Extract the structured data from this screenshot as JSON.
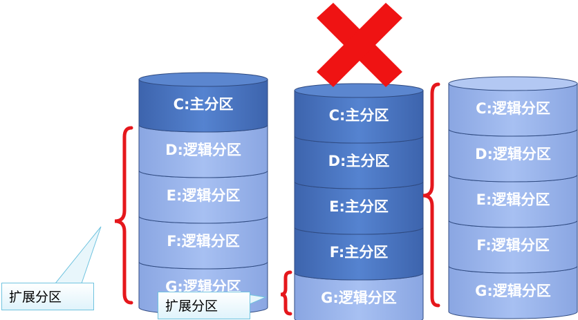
{
  "colors": {
    "primary_fill": "#4a77c4",
    "primary_top": "#5b86cf",
    "logical_fill": "#98b3ec",
    "logical_top": "#b3c8f3",
    "edge": "#2f4a80",
    "text": "#ffffff",
    "bracket": "#e5171c",
    "cross": "#ef1313",
    "callout_border": "#6fc3df"
  },
  "icons": {
    "cross": "red-x-icon"
  },
  "stacks": [
    {
      "id": "left",
      "valid": true,
      "partitions": [
        {
          "label": "C:主分区",
          "kind": "primary"
        },
        {
          "label": "D:逻辑分区",
          "kind": "logical"
        },
        {
          "label": "E:逻辑分区",
          "kind": "logical"
        },
        {
          "label": "F:逻辑分区",
          "kind": "logical"
        },
        {
          "label": "G:逻辑分区",
          "kind": "logical"
        }
      ]
    },
    {
      "id": "middle",
      "valid": false,
      "partitions": [
        {
          "label": "C:主分区",
          "kind": "primary"
        },
        {
          "label": "D:主分区",
          "kind": "primary"
        },
        {
          "label": "E:主分区",
          "kind": "primary"
        },
        {
          "label": "F:主分区",
          "kind": "primary"
        },
        {
          "label": "G:逻辑分区",
          "kind": "logical"
        }
      ]
    },
    {
      "id": "right",
      "valid": true,
      "partitions": [
        {
          "label": "C:逻辑分区",
          "kind": "logical"
        },
        {
          "label": "D:逻辑分区",
          "kind": "logical"
        },
        {
          "label": "E:逻辑分区",
          "kind": "logical"
        },
        {
          "label": "F:逻辑分区",
          "kind": "logical"
        },
        {
          "label": "G:逻辑分区",
          "kind": "logical"
        }
      ]
    }
  ],
  "callouts": {
    "left": "扩展分区",
    "middle": "扩展分区"
  }
}
